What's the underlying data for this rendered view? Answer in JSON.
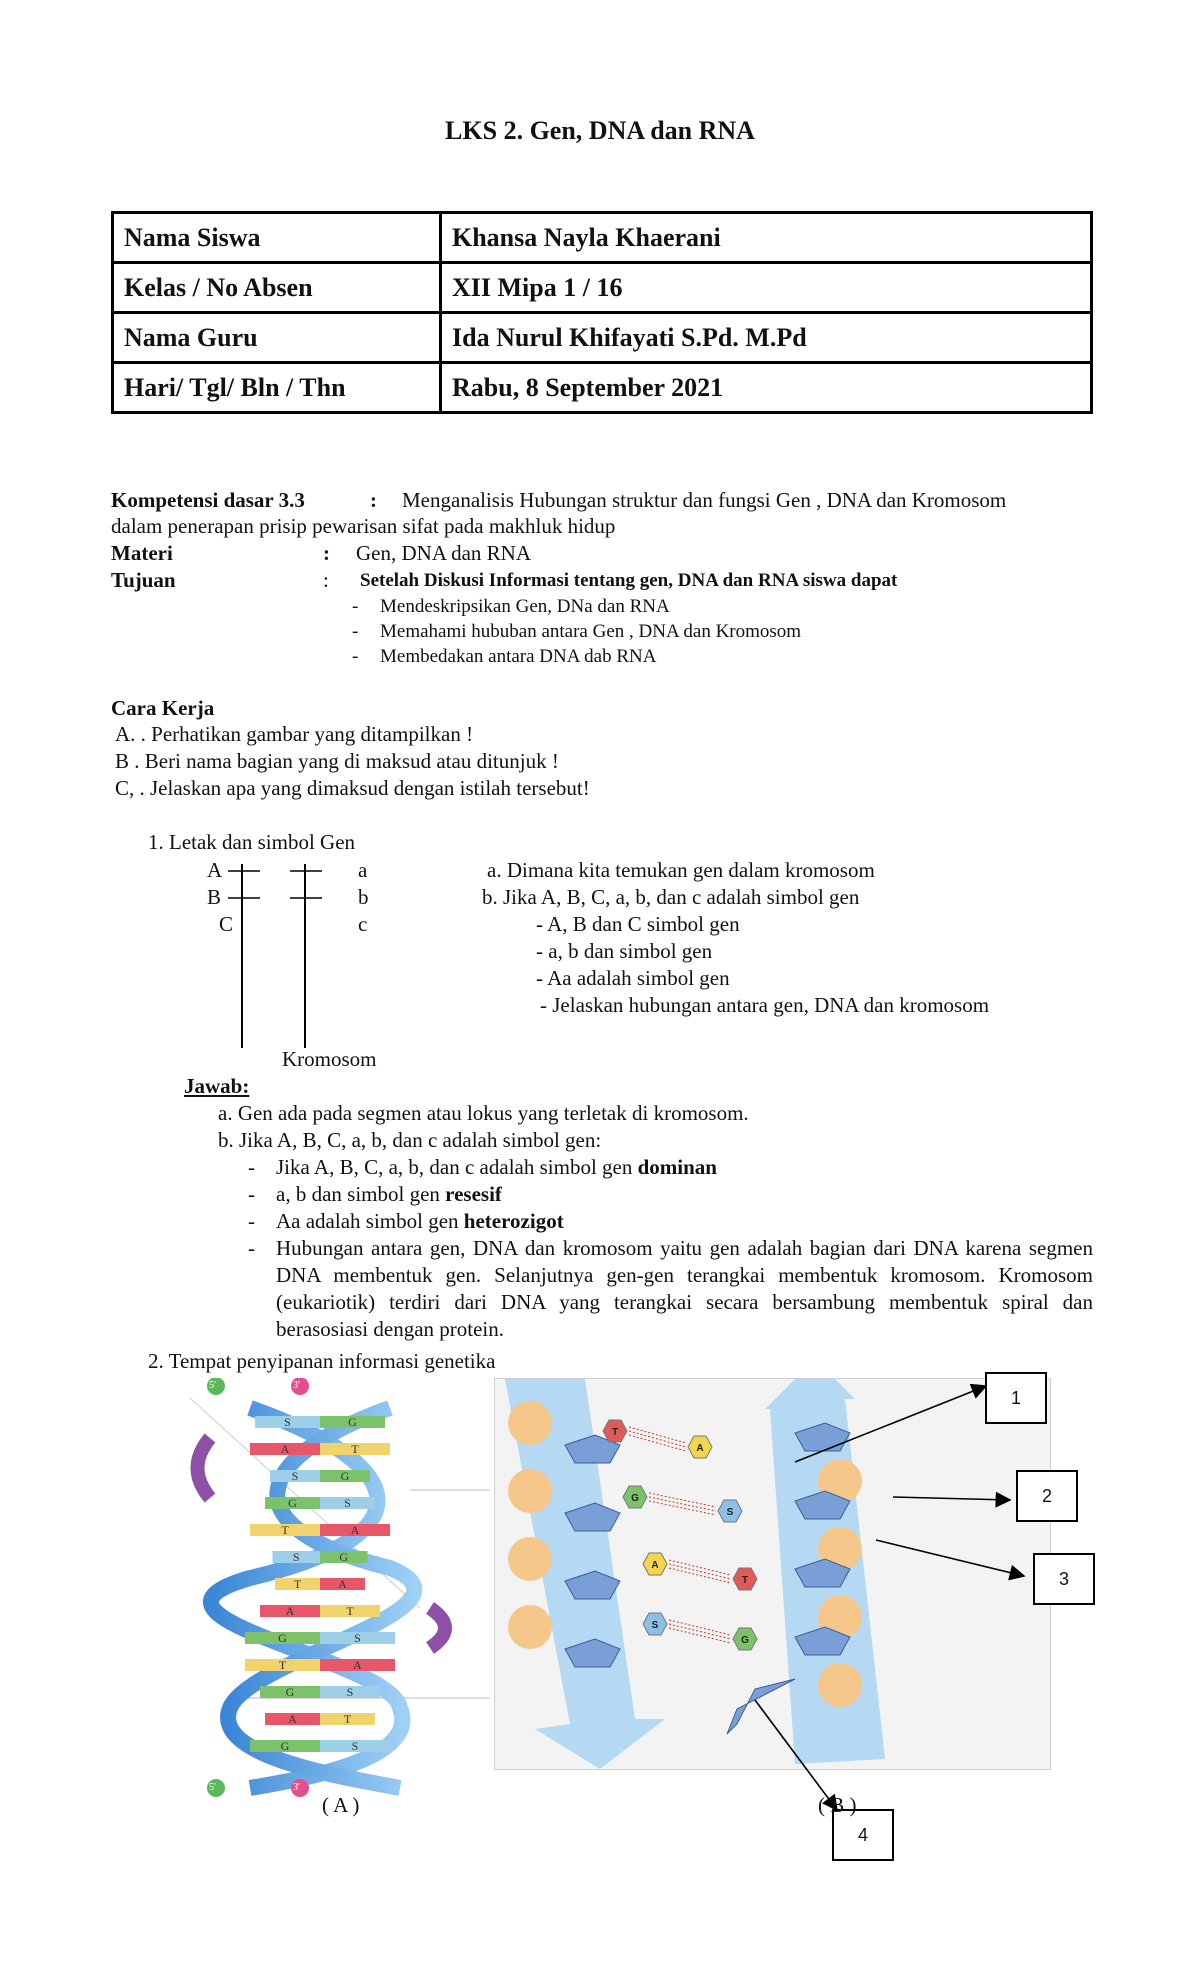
{
  "title": "LKS 2. Gen, DNA dan RNA",
  "info_table": [
    {
      "label": "Nama Siswa",
      "value": "Khansa Nayla Khaerani"
    },
    {
      "label": "Kelas / No Absen",
      "value": "XII Mipa 1 / 16"
    },
    {
      "label": "Nama Guru",
      "value": "Ida Nurul Khifayati S.Pd. M.Pd"
    },
    {
      "label": "Hari/ Tgl/ Bln / Thn",
      "value": "Rabu, 8 September 2021"
    }
  ],
  "kompetensi": {
    "label": "Kompetensi dasar 3.3",
    "colon": ":",
    "text1": "Menganalisis Hubungan struktur dan fungsi  Gen , DNA dan Kromosom",
    "text2": "dalam penerapan prisip pewarisan sifat pada makhluk hidup"
  },
  "materi": {
    "label": "Materi",
    "colon": ":",
    "value": "Gen, DNA dan RNA"
  },
  "tujuan": {
    "label": "Tujuan",
    "colon": ":",
    "value": "Setelah Diskusi Informasi tentang gen, DNA dan RNA siswa dapat",
    "items": [
      "Mendeskripsikan  Gen, DNa dan RNA",
      "Memahami hububan antara  Gen , DNA dan Kromosom",
      "Membedakan antara DNA dab RNA"
    ]
  },
  "cara_kerja": {
    "heading": "Cara Kerja",
    "steps": [
      "A. . Perhatikan gambar yang ditampilkan !",
      "B .  Beri nama bagian yang di maksud atau ditunjuk !",
      "C, . Jelaskan apa yang dimaksud dengan istilah tersebut!"
    ]
  },
  "q1": {
    "title": "1.   Letak dan simbol Gen",
    "left_labels": [
      "A",
      "B",
      "C"
    ],
    "right_labels": [
      "a",
      "b",
      "c"
    ],
    "kromosom_label": "Kromosom",
    "questions": [
      "a. Dimana  kita temukan gen dalam kromosom",
      "b. Jika A, B, C, a, b, dan c adalah simbol gen",
      "- A, B dan C  simbol gen",
      "- a, b dan simbol gen",
      "-  Aa  adalah simbol gen",
      "- Jelaskan hubungan antara gen, DNA dan kromosom"
    ]
  },
  "jawab": {
    "heading": "Jawab:",
    "a": "a.   Gen ada pada segmen atau lokus yang terletak di kromosom.",
    "b": "b.   Jika A, B, C, a, b, dan c adalah simbol gen:",
    "item1_pre": "Jika A, B, C, a, b, dan c adalah simbol gen ",
    "item1_bold": "dominan",
    "item2_pre": "a, b dan simbol gen ",
    "item2_bold": "resesif",
    "item3_pre": "Aa  adalah simbol gen ",
    "item3_bold": "heterozigot",
    "item4": "Hubungan antara gen, DNA dan kromosom yaitu gen adalah bagian dari DNA karena segmen DNA membentuk gen. Selanjutnya gen-gen terangkai membentuk kromosom. Kromosom (eukariotik) terdiri dari DNA yang terangkai secara bersambung membentuk spiral dan berasosiasi dengan protein."
  },
  "q2": {
    "title": "2.   Tempat penyipanan informasi genetika",
    "caption_a": "( A )",
    "caption_b": "( B )",
    "helix_ends": [
      "5'",
      "3'",
      "5'",
      "3'"
    ],
    "helix_bases": [
      [
        "S",
        "G"
      ],
      [
        "A",
        "T"
      ],
      [
        "S",
        "G"
      ],
      [
        "G",
        "S"
      ],
      [
        "T",
        "A"
      ],
      [
        "S",
        "G"
      ],
      [
        "T",
        "A"
      ],
      [
        "A",
        "T"
      ],
      [
        "G",
        "S"
      ],
      [
        "T",
        "A"
      ],
      [
        "G",
        "S"
      ],
      [
        "A",
        "T"
      ],
      [
        "G",
        "S"
      ]
    ],
    "structure_bases": [
      "T",
      "A",
      "G",
      "S",
      "A",
      "T",
      "S",
      "G"
    ],
    "pointers": [
      "1",
      "2",
      "3",
      "4"
    ]
  }
}
